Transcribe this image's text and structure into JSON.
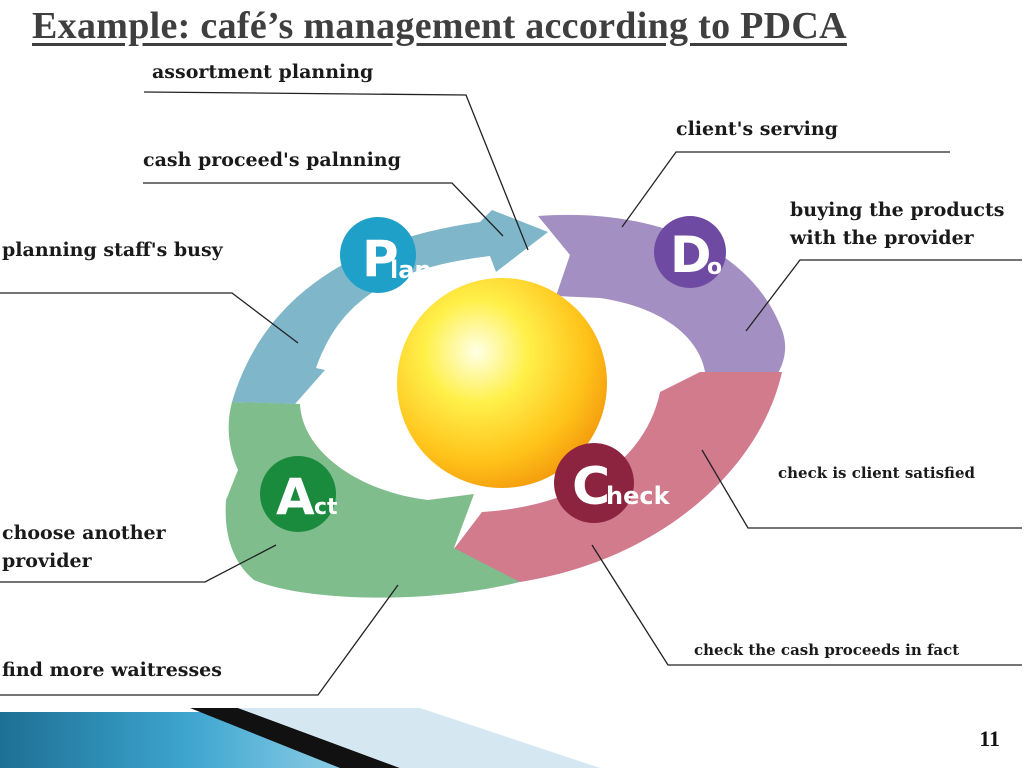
{
  "title": "Example: café’s management according to PDCA",
  "phases": {
    "plan": {
      "big": "P",
      "small": "lan",
      "color": "#7fb6c9",
      "disc": "#1ea0c8"
    },
    "do": {
      "big": "D",
      "small": "o",
      "color": "#a38fc2",
      "disc": "#6f4aa3"
    },
    "check": {
      "big": "C",
      "small": "heck",
      "color": "#d17b8d",
      "disc": "#8c2440"
    },
    "act": {
      "big": "A",
      "small": "ct",
      "color": "#7fbd8c",
      "disc": "#1a8a3c"
    }
  },
  "labels": {
    "assortment": "assortment planning",
    "cash_planning": "cash proceed's palnning",
    "staff_busy": "planning staff's busy",
    "client_serving": "client's serving",
    "buying_line1": "buying the products",
    "buying_line2": "with the provider",
    "client_satisfied": "check is client satisfied",
    "cash_fact": "check the cash proceeds in fact",
    "provider_line1": "choose another",
    "provider_line2": "provider",
    "waitresses": "find more waitresses"
  },
  "page_number": "11"
}
